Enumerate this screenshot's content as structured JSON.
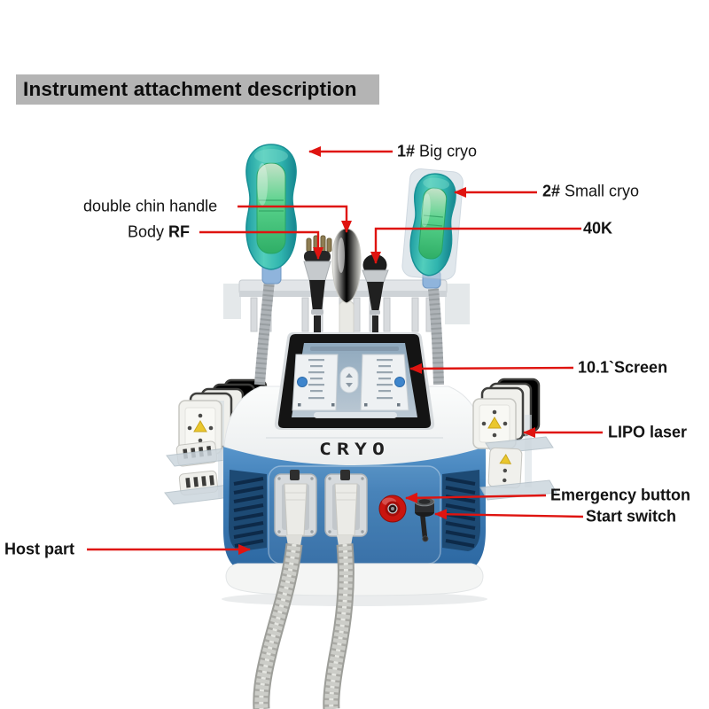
{
  "title": {
    "text": "Instrument attachment description"
  },
  "machine": {
    "brand": "CRYO"
  },
  "labels": {
    "big_cryo": {
      "num": "1#",
      "name": "Big cryo"
    },
    "small_cryo": {
      "num": "2#",
      "name": "Small cryo"
    },
    "double_chin": {
      "name": "double chin handle"
    },
    "body_rf": {
      "prefix": "Body",
      "bold": "RF"
    },
    "forty_k": {
      "name": "40K"
    },
    "screen": {
      "name": "10.1`Screen"
    },
    "lipo_laser": {
      "name": "LIPO laser"
    },
    "emergency": {
      "name": "Emergency button"
    },
    "start_switch": {
      "name": "Start switch"
    },
    "host_part": {
      "name": "Host part"
    }
  },
  "colors": {
    "arrow": "#df1410",
    "title_bg": "#b4b4b4",
    "label_text": "#131313",
    "machine_blue": "#3d7cb5",
    "machine_blue_dark": "#1d4a74",
    "cryo_teal": "#2fb4ae",
    "cryo_green": "#45cd84",
    "emergency_red": "#c9150f"
  }
}
